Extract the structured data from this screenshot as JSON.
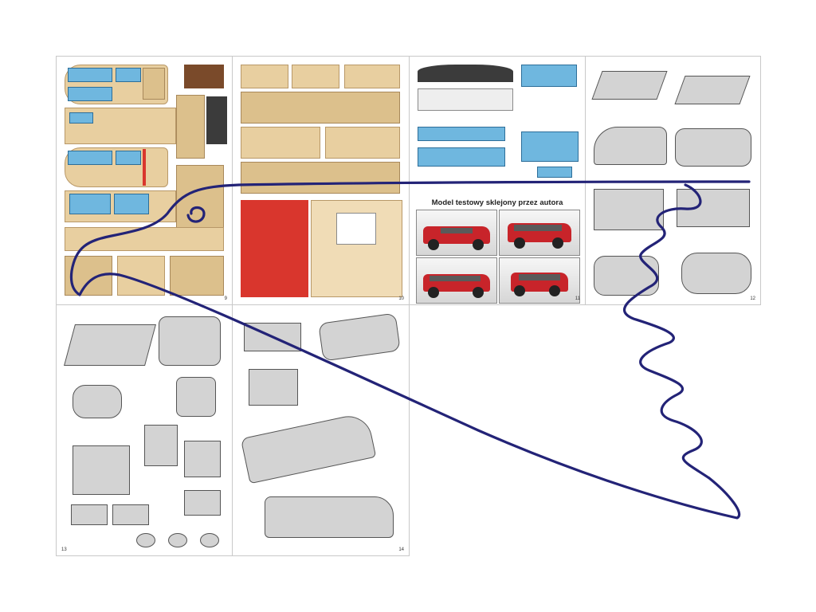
{
  "sheet": {
    "page_numbers": [
      "9",
      "10",
      "11",
      "12",
      "13",
      "14"
    ],
    "photo_panel": {
      "heading": "Model testowy sklejony przez autora",
      "photos": [
        "red-wagon-front-left",
        "red-wagon-rear",
        "red-wagon-side",
        "red-wagon-front"
      ]
    },
    "annotation": {
      "stroke_color": "#232377",
      "type": "hand-drawn scribble"
    },
    "colors": {
      "paper_tan": "#e8cfa0",
      "glass_blue": "#6fb7df",
      "body_red": "#d9362d",
      "diagram_grey": "#cfcfcf"
    }
  }
}
